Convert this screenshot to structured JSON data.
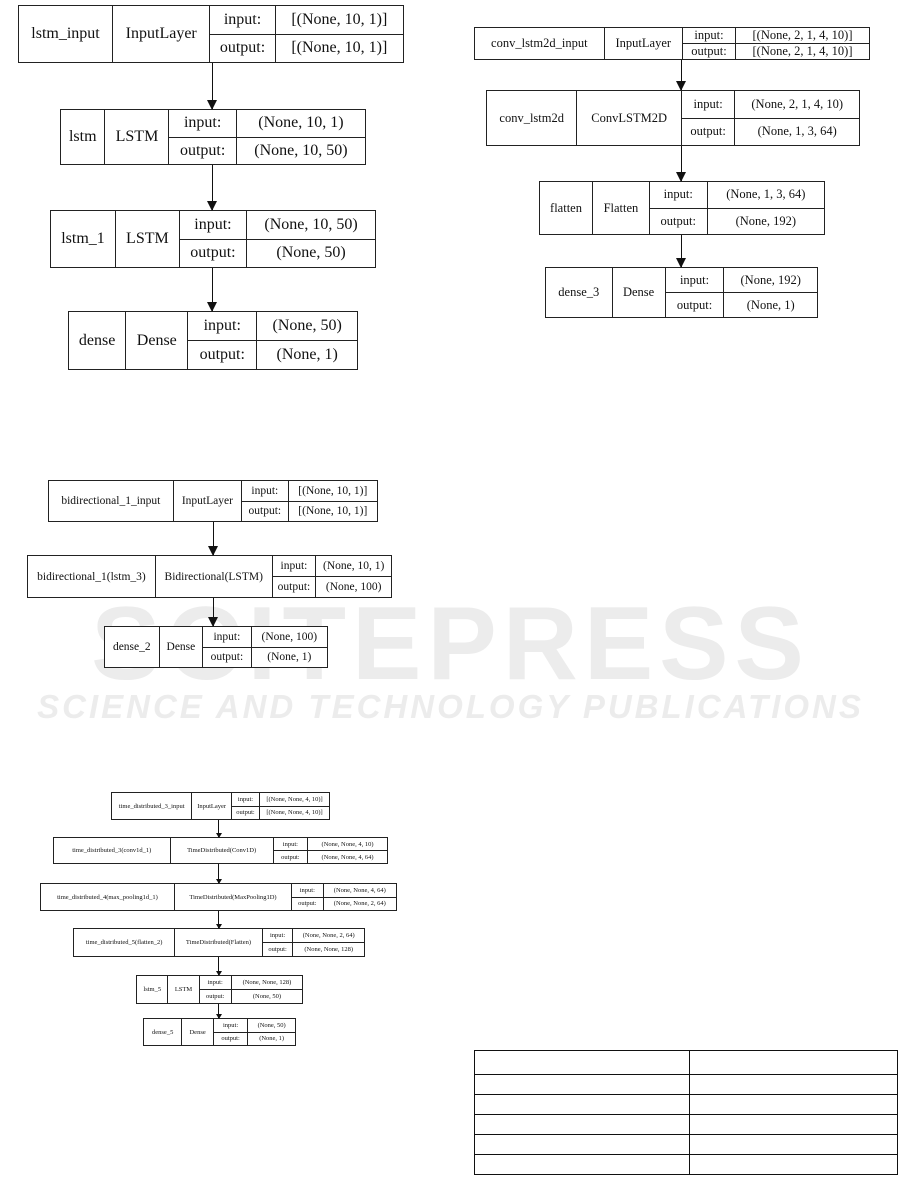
{
  "watermark": {
    "brand": "SCITEPRESS",
    "tagline": "SCIENCE AND TECHNOLOGY PUBLICATIONS"
  },
  "diagrams": [
    {
      "nodes": [
        {
          "name": "lstm_input",
          "type": "InputLayer",
          "input_label": "input:",
          "input": "[(None, 10, 1)]",
          "output_label": "output:",
          "output": "[(None, 10, 1)]"
        },
        {
          "name": "lstm",
          "type": "LSTM",
          "input_label": "input:",
          "input": "(None, 10, 1)",
          "output_label": "output:",
          "output": "(None, 10, 50)"
        },
        {
          "name": "lstm_1",
          "type": "LSTM",
          "input_label": "input:",
          "input": "(None, 10, 50)",
          "output_label": "output:",
          "output": "(None, 50)"
        },
        {
          "name": "dense",
          "type": "Dense",
          "input_label": "input:",
          "input": "(None, 50)",
          "output_label": "output:",
          "output": "(None, 1)"
        }
      ]
    },
    {
      "nodes": [
        {
          "name": "conv_lstm2d_input",
          "type": "InputLayer",
          "input_label": "input:",
          "input": "[(None, 2, 1, 4, 10)]",
          "output_label": "output:",
          "output": "[(None, 2, 1, 4, 10)]"
        },
        {
          "name": "conv_lstm2d",
          "type": "ConvLSTM2D",
          "input_label": "input:",
          "input": "(None, 2, 1, 4, 10)",
          "output_label": "output:",
          "output": "(None, 1, 3, 64)"
        },
        {
          "name": "flatten",
          "type": "Flatten",
          "input_label": "input:",
          "input": "(None, 1, 3, 64)",
          "output_label": "output:",
          "output": "(None, 192)"
        },
        {
          "name": "dense_3",
          "type": "Dense",
          "input_label": "input:",
          "input": "(None, 192)",
          "output_label": "output:",
          "output": "(None, 1)"
        }
      ]
    },
    {
      "nodes": [
        {
          "name": "bidirectional_1_input",
          "type": "InputLayer",
          "input_label": "input:",
          "input": "[(None, 10, 1)]",
          "output_label": "output:",
          "output": "[(None, 10, 1)]"
        },
        {
          "name": "bidirectional_1(lstm_3)",
          "type": "Bidirectional(LSTM)",
          "input_label": "input:",
          "input": "(None, 10, 1)",
          "output_label": "output:",
          "output": "(None, 100)"
        },
        {
          "name": "dense_2",
          "type": "Dense",
          "input_label": "input:",
          "input": "(None, 100)",
          "output_label": "output:",
          "output": "(None, 1)"
        }
      ]
    },
    {
      "nodes": [
        {
          "name": "time_distributed_3_input",
          "type": "InputLayer",
          "input_label": "input:",
          "input": "[(None, None, 4, 10)]",
          "output_label": "output:",
          "output": "[(None, None, 4, 10)]"
        },
        {
          "name": "time_distributed_3(conv1d_1)",
          "type": "TimeDistributed(Conv1D)",
          "input_label": "input:",
          "input": "(None, None, 4, 10)",
          "output_label": "output:",
          "output": "(None, None, 4, 64)"
        },
        {
          "name": "time_distributed_4(max_pooling1d_1)",
          "type": "TimeDistributed(MaxPooling1D)",
          "input_label": "input:",
          "input": "(None, None, 4, 64)",
          "output_label": "output:",
          "output": "(None, None, 2, 64)"
        },
        {
          "name": "time_distributed_5(flatten_2)",
          "type": "TimeDistributed(Flatten)",
          "input_label": "input:",
          "input": "(None, None, 2, 64)",
          "output_label": "output:",
          "output": "(None, None, 128)"
        },
        {
          "name": "lstm_5",
          "type": "LSTM",
          "input_label": "input:",
          "input": "(None, None, 128)",
          "output_label": "output:",
          "output": "(None, 50)"
        },
        {
          "name": "dense_5",
          "type": "Dense",
          "input_label": "input:",
          "input": "(None, 50)",
          "output_label": "output:",
          "output": "(None, 1)"
        }
      ]
    }
  ]
}
